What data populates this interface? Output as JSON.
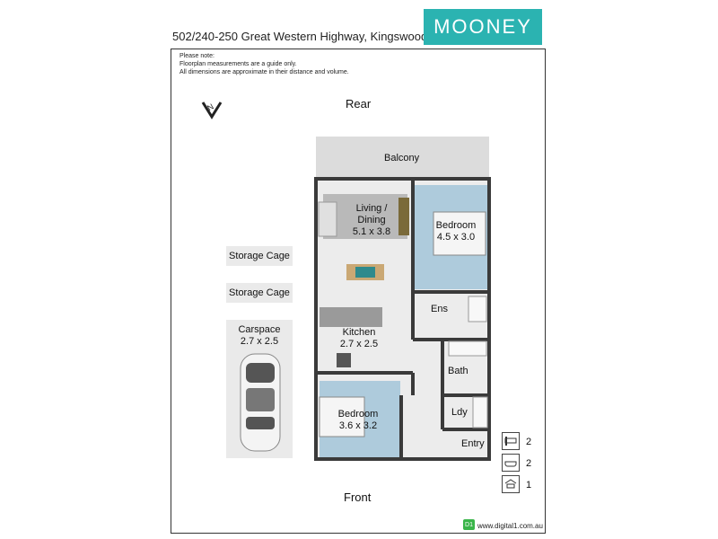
{
  "header": {
    "address": "502/240-250 Great Western Highway, Kingswood",
    "brand": "MOONEY"
  },
  "notes": {
    "line1": "Please note:",
    "line2": "Floorplan measurements are a guide only.",
    "line3": "All dimensions are approximate in their distance and volume."
  },
  "compass": {
    "label": "N",
    "icon": "north-arrow-icon"
  },
  "orientation": {
    "rear": "Rear",
    "front": "Front"
  },
  "rooms": {
    "balcony": "Balcony",
    "living_name": "Living /",
    "living_name2": "Dining",
    "living_dims": "5.1 x 3.8",
    "bed1_name": "Bedroom",
    "bed1_dims": "4.5 x 3.0",
    "ens": "Ens",
    "kitchen_name": "Kitchen",
    "kitchen_dims": "2.7 x 2.5",
    "bath": "Bath",
    "ldy": "Ldy",
    "bed2_name": "Bedroom",
    "bed2_dims": "3.6 x 3.2",
    "entry": "Entry"
  },
  "exterior": {
    "storage1": "Storage Cage",
    "storage2": "Storage Cage",
    "carspace_name": "Carspace",
    "carspace_dims": "2.7 x 2.5"
  },
  "legend": {
    "bedrooms": "2",
    "bathrooms": "2",
    "parking": "1"
  },
  "footer": {
    "url": "www.digital1.com.au",
    "logo": "D1"
  },
  "colors": {
    "brand": "#2bb3b1",
    "bedroom_floor": "#aecbdc",
    "wall": "#3a3a3a",
    "floor": "#e9e9e9"
  }
}
